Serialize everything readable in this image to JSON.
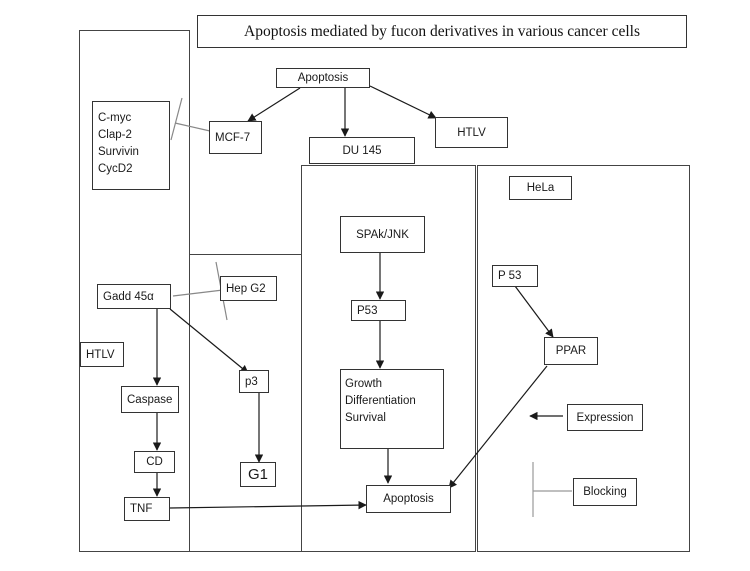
{
  "title": "Apoptosis mediated by fucon derivatives  in various cancer cells",
  "nodes": {
    "apoptosis_top": "Apoptosis",
    "mcf7": "MCF-7",
    "du145": "DU 145",
    "htlv_top": "HTLV",
    "left_list": [
      "C-myc",
      "Clap-2",
      "Survivin",
      "CycD2"
    ],
    "gadd": "Gadd 45α",
    "hepg2": "Hep G2",
    "htlv_left": "HTLV",
    "p3": "p3",
    "caspase": "Caspase",
    "g1": "G1",
    "cd": "CD",
    "tnf": "TNF",
    "spak": "SPAk/JNK",
    "p53_mid": "P53",
    "growth_list": [
      "Growth",
      "Differentiation",
      "Survival"
    ],
    "apoptosis_bottom": "Apoptosis",
    "hela": "HeLa",
    "p53_right": "P 53",
    "ppar": "PPAR",
    "expression": "Expression",
    "blocking": "Blocking"
  }
}
